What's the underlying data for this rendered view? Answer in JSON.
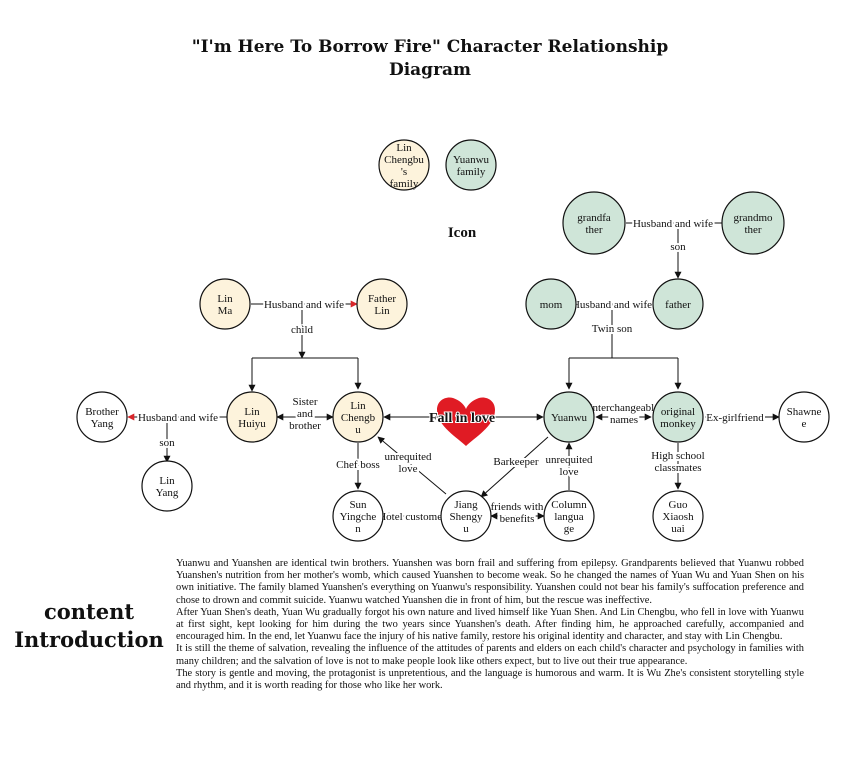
{
  "title": "\"I'm Here To Borrow Fire\" Character Relationship Diagram",
  "legend": {
    "heading": "Icon",
    "lin_family": "Lin Chengbu's family",
    "yuanwu_family": "Yuanwu family"
  },
  "colors": {
    "lin_family_fill": "#fdf3dc",
    "yuanwu_family_fill": "#cfe5d8",
    "neutral_fill": "#ffffff",
    "heart": "#e01b24",
    "arrow_accent": "#d8262a"
  },
  "characters": {
    "lin_ma": "Lin Ma",
    "father_lin": "Father Lin",
    "lin_huiyu": "Lin Huiyu",
    "lin_chengbu": "Lin Chengbu",
    "brother_yang": "Brother Yang",
    "lin_yang": "Lin Yang",
    "sun_yingchen": "Sun Yingchen",
    "jiang_shengyu": "Jiang Shengyu",
    "column_language": "Column language",
    "grandfather": "grandfather",
    "grandmother": "grandmother",
    "mom": "mom",
    "father": "father",
    "yuanwu": "Yuanwu",
    "original_monkey": "original monkey",
    "shawnee": "Shawnee",
    "guo_xiaoshuai": "Guo Xiaoshuai"
  },
  "relations": {
    "lin_parents": "Husband and wife",
    "child": "child",
    "sister_brother": "Sister and brother",
    "yang_couple": "Husband and wife",
    "son_left": "son",
    "chef_boss": "Chef boss",
    "unrequited_left": "unrequited love",
    "hotel_customer": "Hotel customer",
    "friends_benefits": "friends with benefits",
    "barkeeper": "Barkeeper",
    "unrequited_right": "unrequited love",
    "fall_in_love": "Fall in love",
    "grandparents": "Husband and wife",
    "son_right": "son",
    "parents": "Husband and wife",
    "twin_son": "Twin son",
    "interchangeable": "Interchangeable names",
    "ex_girlfriend": "Ex-girlfriend",
    "classmates": "High school classmates"
  },
  "content": {
    "heading": "content Introduction",
    "paragraphs": [
      "Yuanwu and Yuanshen are identical twin brothers. Yuanshen was born frail and suffering from epilepsy. Grandparents believed that Yuanwu robbed Yuanshen's nutrition from her mother's womb, which caused Yuanshen to become weak. So he changed the names of Yuan Wu and Yuan Shen on his own initiative. The family blamed Yuanshen's everything on Yuanwu's responsibility. Yuanshen could not bear his family's suffocation preference and chose to drown and commit suicide. Yuanwu watched Yuanshen die in front of him, but the rescue was ineffective.",
      "After Yuan Shen's death, Yuan Wu gradually forgot his own nature and lived himself like Yuan Shen. And Lin Chengbu, who fell in love with Yuanwu at first sight, kept looking for him during the two years since Yuanshen's death. After finding him, he approached carefully, accompanied and encouraged him. In the end, let Yuanwu face the injury of his native family, restore his original identity and character, and stay with Lin Chengbu.",
      "It is still the theme of salvation, revealing the influence of the attitudes of parents and elders on each child's character and psychology in families with many children; and the salvation of love is not to make people look like others expect, but to live out their true appearance.",
      "The story is gentle and moving, the protagonist is unpretentious, and the language is humorous and warm. It is Wu Zhe's consistent storytelling style and rhythm, and it is worth reading for those who like her work."
    ]
  }
}
